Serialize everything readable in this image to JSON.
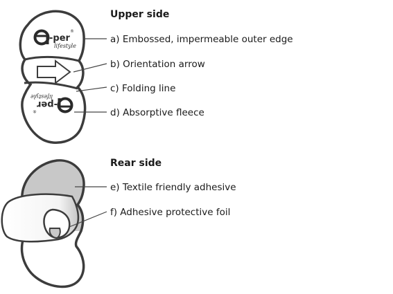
{
  "upper_side": {
    "heading": "Upper side",
    "labels": {
      "a": "a) Embossed, impermeable outer edge",
      "b": "b) Orientation arrow",
      "c": "c) Folding line",
      "d": "d) Absorptive fleece"
    },
    "logo": {
      "mark": "a",
      "text": "-per",
      "reg": "®",
      "tagline": "lifestyle"
    }
  },
  "rear_side": {
    "heading": "Rear side",
    "labels": {
      "e": "e) Textile friendly adhesive",
      "f": "f) Adhesive protective foil"
    }
  },
  "colors": {
    "outline": "#3c3c3c",
    "adhesive_fill": "#c8c8c8",
    "foil_fill": "#ffffff",
    "text": "#1a1a1a"
  }
}
